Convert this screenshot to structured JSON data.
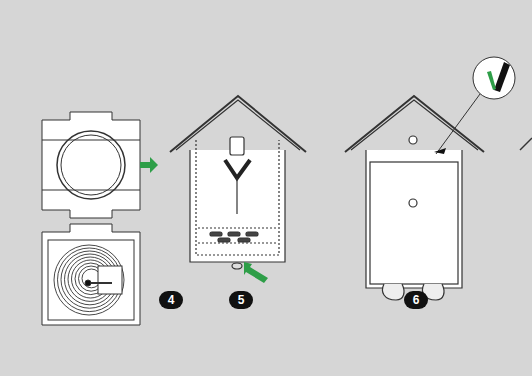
{
  "diagram": {
    "labels": [
      "4",
      "5",
      "6"
    ]
  }
}
